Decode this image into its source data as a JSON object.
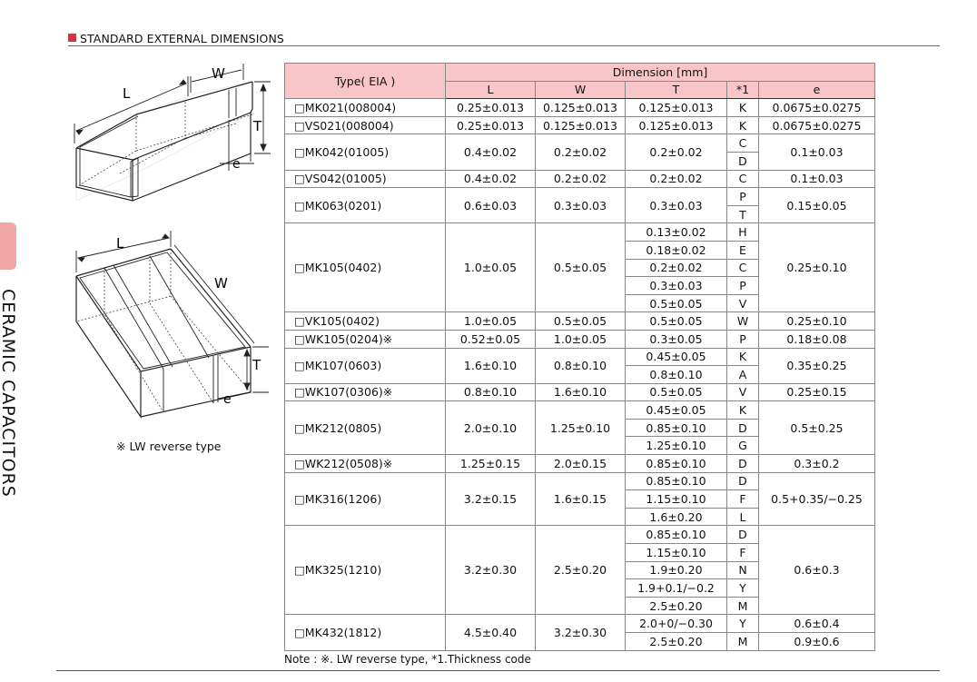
{
  "section": {
    "title": "STANDARD EXTERNAL DIMENSIONS"
  },
  "side": {
    "label": "CERAMIC CAPACITORS"
  },
  "figures": {
    "fig1": {
      "L": "L",
      "W": "W",
      "T": "T",
      "e": "e"
    },
    "fig2": {
      "L": "L",
      "W": "W",
      "T": "T",
      "e": "e"
    },
    "note": "※ LW reverse type"
  },
  "table": {
    "header": {
      "type": "Type( EIA )",
      "dimension": "Dimension [mm]",
      "L": "L",
      "W": "W",
      "T": "T",
      "code": "*1",
      "e": "e"
    },
    "groups": [
      {
        "type": "□MK021(008004)",
        "L": "0.25±0.013",
        "W": "0.125±0.013",
        "e": "0.0675±0.0275",
        "rows": [
          {
            "T": "0.125±0.013",
            "code": "K"
          }
        ]
      },
      {
        "type": "□VS021(008004)",
        "L": "0.25±0.013",
        "W": "0.125±0.013",
        "e": "0.0675±0.0275",
        "rows": [
          {
            "T": "0.125±0.013",
            "code": "K"
          }
        ]
      },
      {
        "type": "□MK042(01005)",
        "L": "0.4±0.02",
        "W": "0.2±0.02",
        "e": "0.1±0.03",
        "rows": [
          {
            "T": "0.2±0.02",
            "code": "C"
          },
          {
            "code": "D"
          }
        ]
      },
      {
        "type": "□VS042(01005)",
        "L": "0.4±0.02",
        "W": "0.2±0.02",
        "e": "0.1±0.03",
        "rows": [
          {
            "T": "0.2±0.02",
            "code": "C"
          }
        ]
      },
      {
        "type": "□MK063(0201)",
        "L": "0.6±0.03",
        "W": "0.3±0.03",
        "e": "0.15±0.05",
        "rows": [
          {
            "T": "0.3±0.03",
            "code": "P"
          },
          {
            "code": "T"
          }
        ]
      },
      {
        "type": "□MK105(0402)",
        "L": "1.0±0.05",
        "W": "0.5±0.05",
        "e": "0.25±0.10",
        "rows": [
          {
            "T": "0.13±0.02",
            "code": "H"
          },
          {
            "T": "0.18±0.02",
            "code": "E"
          },
          {
            "T": "0.2±0.02",
            "code": "C"
          },
          {
            "T": "0.3±0.03",
            "code": "P"
          },
          {
            "T": "0.5±0.05",
            "code": "V"
          }
        ]
      },
      {
        "type": "□VK105(0402)",
        "L": "1.0±0.05",
        "W": "0.5±0.05",
        "e": "0.25±0.10",
        "rows": [
          {
            "T": "0.5±0.05",
            "code": "W"
          }
        ]
      },
      {
        "type": "□WK105(0204)※",
        "L": "0.52±0.05",
        "W": "1.0±0.05",
        "e": "0.18±0.08",
        "rows": [
          {
            "T": "0.3±0.05",
            "code": "P"
          }
        ]
      },
      {
        "type": "□MK107(0603)",
        "L": "1.6±0.10",
        "W": "0.8±0.10",
        "e": "0.35±0.25",
        "rows": [
          {
            "T": "0.45±0.05",
            "code": "K"
          },
          {
            "T": "0.8±0.10",
            "code": "A"
          }
        ]
      },
      {
        "type": "□WK107(0306)※",
        "L": "0.8±0.10",
        "W": "1.6±0.10",
        "e": "0.25±0.15",
        "rows": [
          {
            "T": "0.5±0.05",
            "code": "V"
          }
        ]
      },
      {
        "type": "□MK212(0805)",
        "L": "2.0±0.10",
        "W": "1.25±0.10",
        "e": "0.5±0.25",
        "rows": [
          {
            "T": "0.45±0.05",
            "code": "K"
          },
          {
            "T": "0.85±0.10",
            "code": "D"
          },
          {
            "T": "1.25±0.10",
            "code": "G"
          }
        ]
      },
      {
        "type": "□WK212(0508)※",
        "L": "1.25±0.15",
        "W": "2.0±0.15",
        "e": "0.3±0.2",
        "rows": [
          {
            "T": "0.85±0.10",
            "code": "D"
          }
        ]
      },
      {
        "type": "□MK316(1206)",
        "L": "3.2±0.15",
        "W": "1.6±0.15",
        "e": "0.5+0.35/−0.25",
        "rows": [
          {
            "T": "0.85±0.10",
            "code": "D"
          },
          {
            "T": "1.15±0.10",
            "code": "F"
          },
          {
            "T": "1.6±0.20",
            "code": "L"
          }
        ]
      },
      {
        "type": "□MK325(1210)",
        "L": "3.2±0.30",
        "W": "2.5±0.20",
        "e": "0.6±0.3",
        "rows": [
          {
            "T": "0.85±0.10",
            "code": "D"
          },
          {
            "T": "1.15±0.10",
            "code": "F"
          },
          {
            "T": "1.9±0.20",
            "code": "N"
          },
          {
            "T": "1.9+0.1/−0.2",
            "code": "Y"
          },
          {
            "T": "2.5±0.20",
            "code": "M"
          }
        ]
      },
      {
        "type": "□MK432(1812)",
        "L": "4.5±0.40",
        "W": "3.2±0.30",
        "rows": [
          {
            "T": "2.0+0/−0.30",
            "code": "Y",
            "e": "0.6±0.4"
          },
          {
            "T": "2.5±0.20",
            "code": "M",
            "e": "0.9±0.6"
          }
        ]
      }
    ]
  },
  "note": "Note : ※. LW reverse type, *1.Thickness code"
}
